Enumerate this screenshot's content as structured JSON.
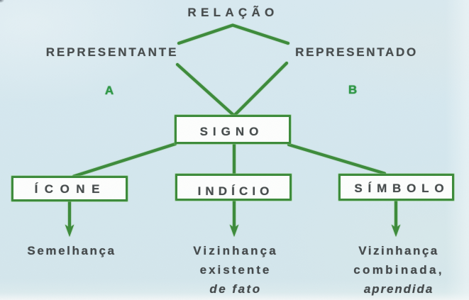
{
  "diagram": {
    "title": "RELAÇÃO",
    "relation_nodes": {
      "left": "REPRESENTANTE",
      "right": "REPRESENTADO",
      "left_tag": "A",
      "right_tag": "B"
    },
    "root_box": "SIGNO",
    "branches": [
      {
        "label": "ÍCONE",
        "caption": [
          "Semelhança"
        ]
      },
      {
        "label": "INDÍCIO",
        "caption": [
          "Vizinhança",
          "existente",
          "de fato"
        ]
      },
      {
        "label": "SÍMBOLO",
        "caption": [
          "Vizinhança",
          "combinada,",
          "aprendida"
        ]
      }
    ]
  },
  "colors": {
    "background": "#d5e7ee",
    "line_green": "#3d8b3b",
    "tag_green": "#2f9846",
    "text_dark": "#474c4d",
    "box_fill": "#fdfefd"
  }
}
